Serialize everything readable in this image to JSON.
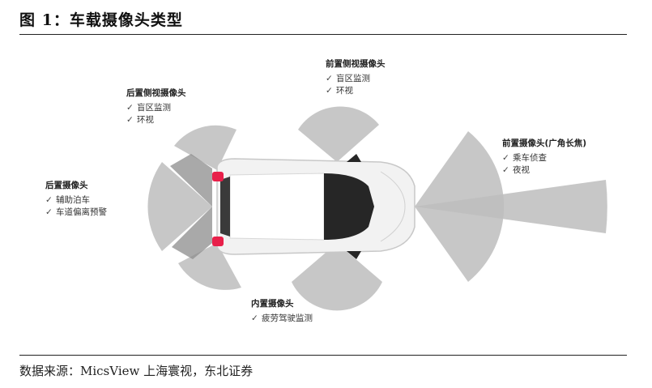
{
  "header": {
    "title": "图 1：车载摄像头类型"
  },
  "cameras": [
    {
      "title": "后置侧视摄像头",
      "features": [
        "盲区监测",
        "环视"
      ]
    },
    {
      "title": "前置侧视摄像头",
      "features": [
        "盲区监测",
        "环视"
      ]
    },
    {
      "title": "前置摄像头(广角长焦)",
      "features": [
        "乘车侦查",
        "夜视"
      ]
    },
    {
      "title": "后置摄像头",
      "features": [
        "辅助泊车",
        "车道偏离预警"
      ]
    },
    {
      "title": "内置摄像头",
      "features": [
        "疲劳驾驶监测"
      ]
    }
  ],
  "footer": {
    "source": "数据来源：MicsView 上海寰视，东北证券"
  },
  "colors": {
    "fov": "#bdbdbd",
    "fov_dark": "#8c8c8c",
    "car_body": "#f2f2f2",
    "glass": "#262626",
    "tail_light": "#e8204a"
  },
  "icons": {
    "check": "checkmark-icon"
  }
}
